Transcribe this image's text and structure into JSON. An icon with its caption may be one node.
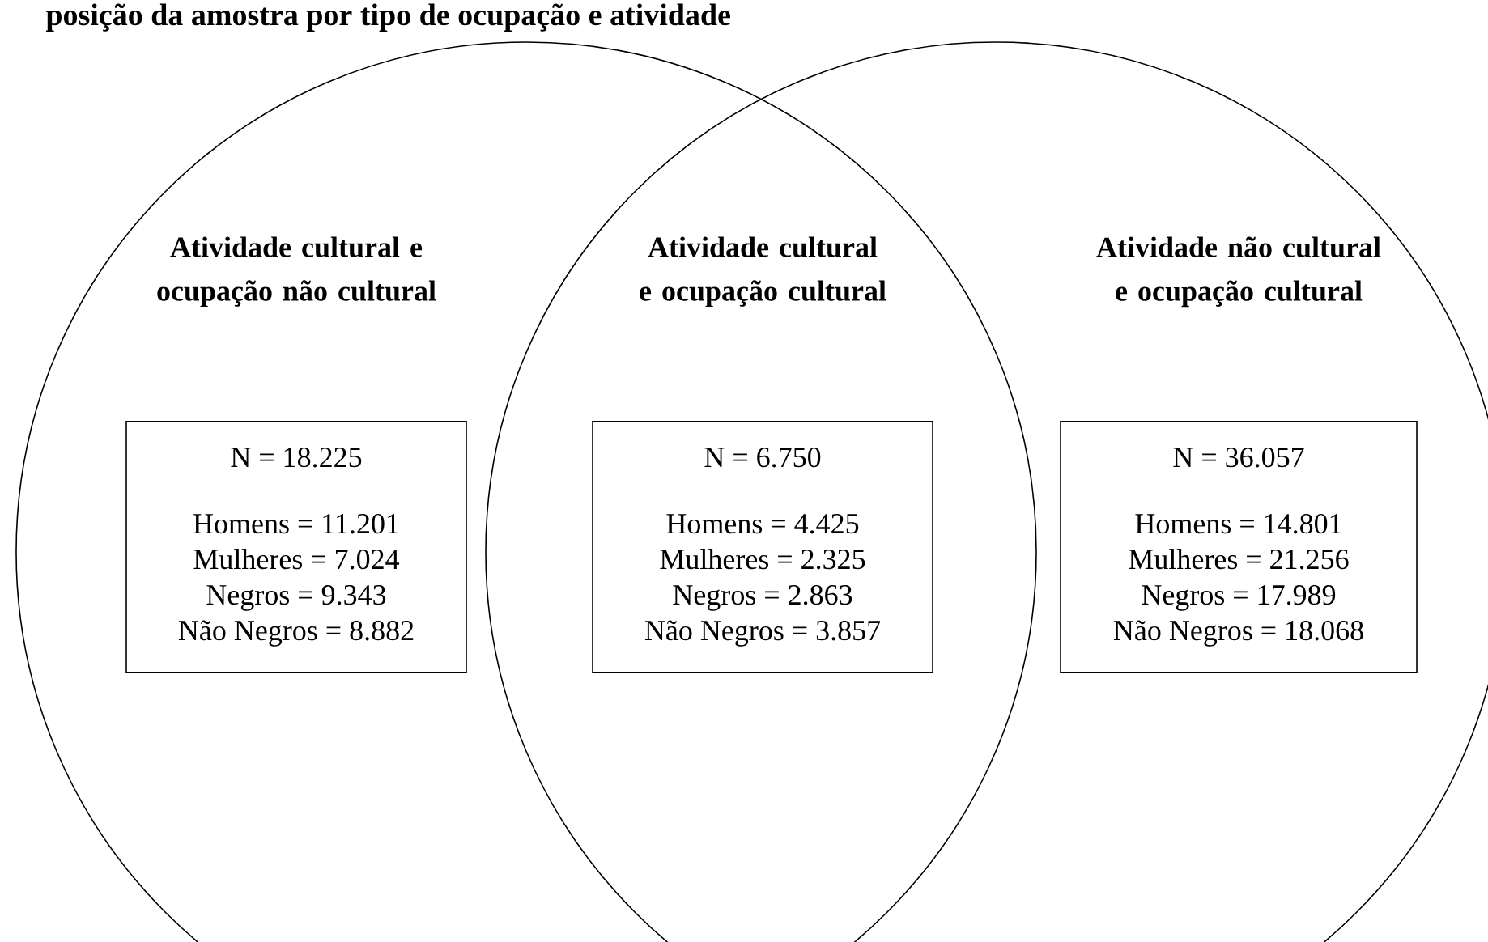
{
  "diagram": {
    "title": "posição da amostra por tipo de ocupação e atividade",
    "nodes": [
      {
        "text": [
          "Atividade cultural e ocupação não cultural",
          "N = 18.225",
          "Homens = 11.201",
          "Mulheres = 7.024",
          "Negros = 9.343",
          "Não Negros = 8.882"
        ]
      },
      {
        "text": [
          "Atividade cultural e ocupação cultural",
          "N = 6.750",
          "Homens = 4.425",
          "Mulheres = 2.325",
          "Negros = 2.863",
          "Não Negros = 3.857"
        ]
      },
      {
        "text": [
          "Atividade não cultural e ocupação cultural",
          "N = 36.057",
          "Homens = 14.801",
          "Mulheres = 21.256",
          "Negros = 17.989",
          "Não Negros = 18.068"
        ]
      }
    ],
    "edges": []
  }
}
